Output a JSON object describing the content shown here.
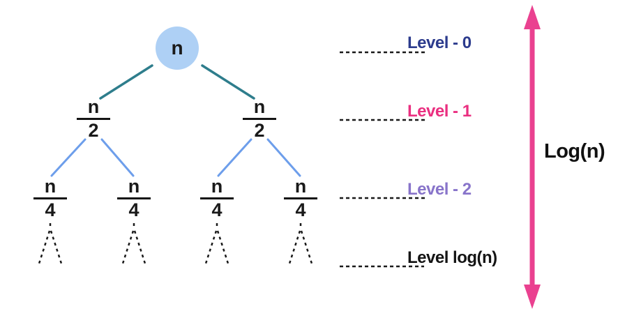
{
  "tree": {
    "root": {
      "label": "n"
    },
    "level1_nodes": [
      {
        "numerator": "n",
        "denominator": "2"
      },
      {
        "numerator": "n",
        "denominator": "2"
      }
    ],
    "level2_nodes": [
      {
        "numerator": "n",
        "denominator": "4"
      },
      {
        "numerator": "n",
        "denominator": "4"
      },
      {
        "numerator": "n",
        "denominator": "4"
      },
      {
        "numerator": "n",
        "denominator": "4"
      }
    ]
  },
  "level_markers": [
    {
      "label": "Level - 0",
      "color": "#2c3b8d"
    },
    {
      "label": "Level - 1",
      "color": "#ea2f80"
    },
    {
      "label": "Level - 2",
      "color": "#8874ca"
    },
    {
      "label": "Level log(n)",
      "color": "#141414"
    }
  ],
  "height_arrow": {
    "label": "Log(n)",
    "color": "#ea4190"
  },
  "colors": {
    "root_fill": "#aed0f5",
    "edge_level0": "#2e7d8c",
    "edge_level1": "#6d9eeb",
    "dashed_lines": "#1a1a1a"
  }
}
